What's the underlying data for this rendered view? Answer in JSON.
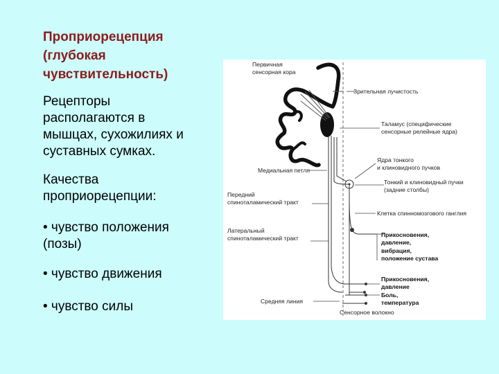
{
  "slide": {
    "title_lines": [
      "Проприорецепция",
      "(глубокая",
      "чувствительность)"
    ],
    "para1_lines": [
      "Рецепторы",
      "располагаются в",
      "мышцах, сухожилиях и",
      "суставных сумках."
    ],
    "para2_lines": [
      "Качества",
      "проприорецепции:"
    ],
    "bullets": [
      "• чувство положения",
      "(позы)",
      "• чувство движения",
      "• чувство силы"
    ]
  },
  "figure": {
    "labels": {
      "primary_cortex_1": "Первичная",
      "primary_cortex_2": "сенсорная кора",
      "visual_bump": "Зрительная лучистость",
      "thalamus_1": "Таламус (специфические",
      "thalamus_2": "сенсорные релейные ядра)",
      "nuclei_1": "Ядра тонкого",
      "nuclei_2": "и клиновидного пучков",
      "medial_lemniscus": "Медиальная петля",
      "fasciculi_1": "Тонкий и клиновидный пучки",
      "fasciculi_2": "(задние столбы)",
      "anterior_tract_1": "Передний",
      "anterior_tract_2": "спиноталамический тракт",
      "ganglion_cell": "Клетка спинномозгового ганглия",
      "lateral_tract_1": "Латеральный",
      "lateral_tract_2": "спиноталамический тракт",
      "midline": "Средняя линия",
      "sensory_fiber": "Сенсорное волокно"
    },
    "box1": [
      "Прикосновения,",
      "давление,",
      "вибрация,",
      "положение сустава"
    ],
    "box2": [
      "Прикосновения,",
      "давление",
      "Боль,",
      "температура"
    ]
  }
}
